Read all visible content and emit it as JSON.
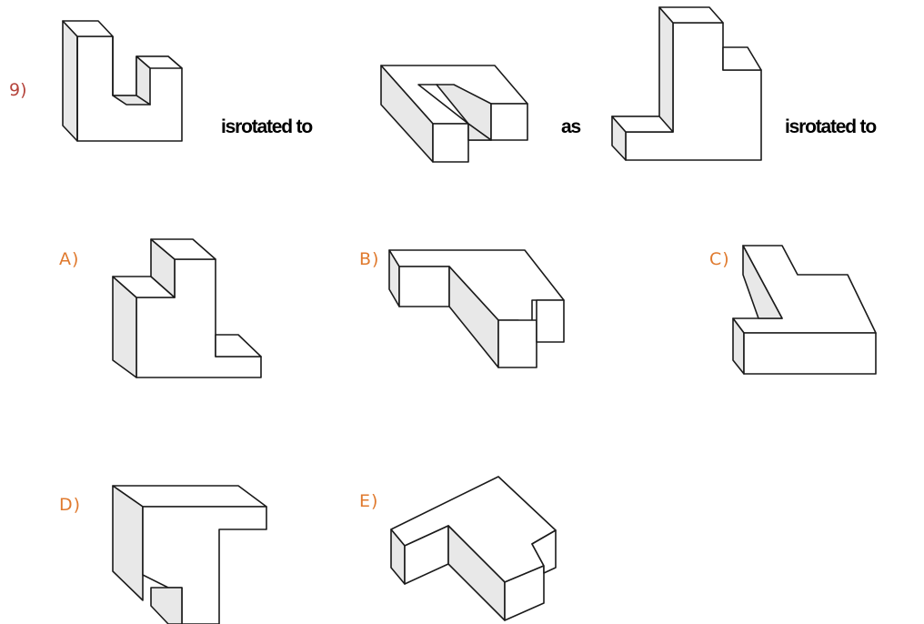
{
  "question": {
    "number": "9)",
    "phrase1": "isrotated to",
    "phrase2": "as",
    "phrase3": "isrotated to"
  },
  "options": [
    {
      "label": "A)"
    },
    {
      "label": "B)"
    },
    {
      "label": "C)"
    },
    {
      "label": "D)"
    },
    {
      "label": "E)"
    }
  ],
  "colors": {
    "question_number": "#b5443c",
    "option_label": "#e07a2e",
    "shade": "#e8e8e8",
    "stroke": "#1a1a1a"
  }
}
